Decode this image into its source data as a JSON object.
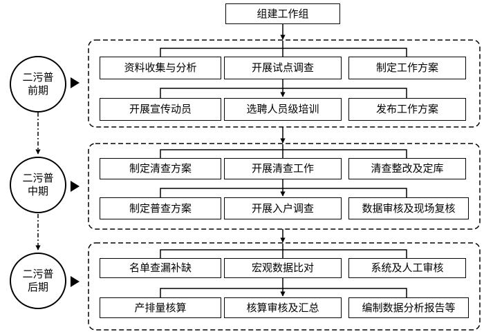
{
  "top": {
    "label": "组建工作组"
  },
  "phases": [
    {
      "label_line1": "二污普",
      "label_line2": "前期",
      "row1": [
        "资料收集与分析",
        "开展试点调查",
        "制定工作方案"
      ],
      "row2": [
        "开展宣传动员",
        "选聘人员级培训",
        "发布工作方案"
      ]
    },
    {
      "label_line1": "二污普",
      "label_line2": "中期",
      "row1": [
        "制定清查方案",
        "开展清查工作",
        "清查整改及定库"
      ],
      "row2": [
        "制定普查方案",
        "开展入户调查",
        "数据审核及现场复核"
      ]
    },
    {
      "label_line1": "二污普",
      "label_line2": "后期",
      "row1": [
        "名单查漏补缺",
        "宏观数据比对",
        "系统及人工审核"
      ],
      "row2": [
        "产排量核算",
        "核算审核及汇总",
        "编制数据分析报告等"
      ]
    }
  ]
}
